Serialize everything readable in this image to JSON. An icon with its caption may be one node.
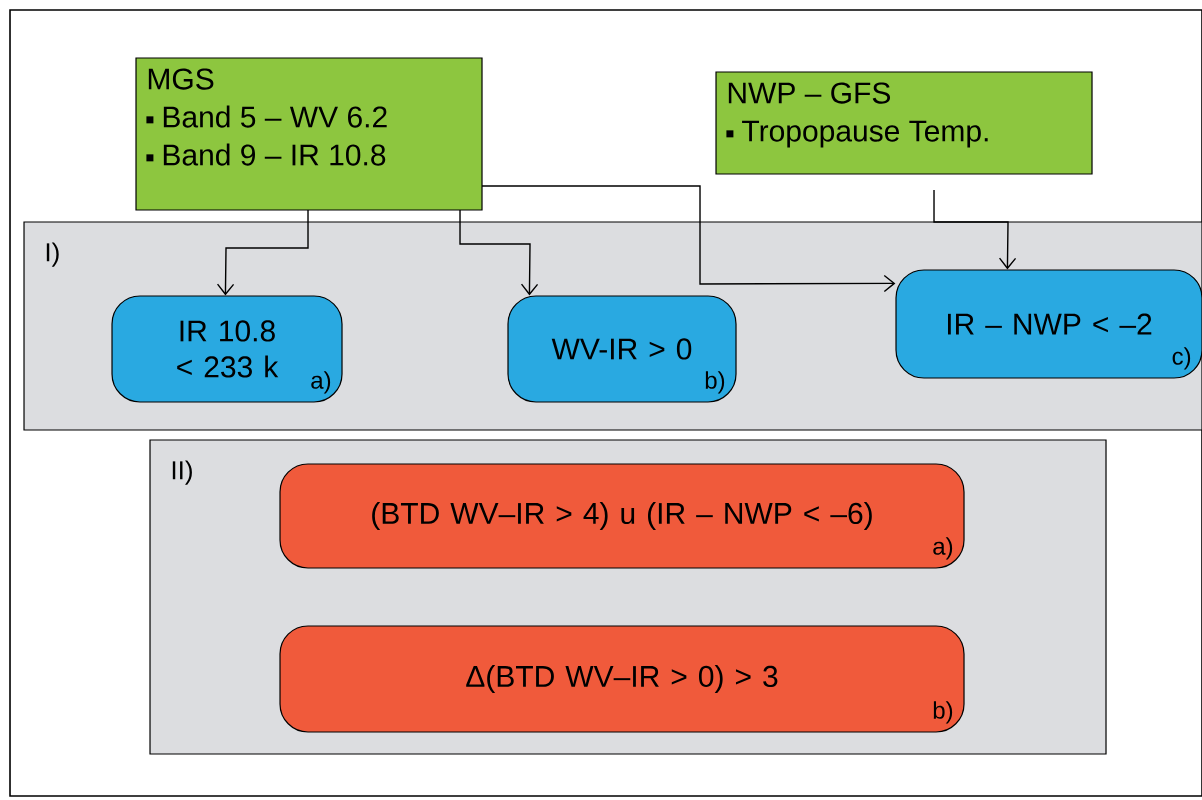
{
  "diagram": {
    "nodes": [
      {
        "text": [
          "MGS",
          "Band 5 – WV 6.2",
          "Band 9 – IR 10.8"
        ]
      },
      {
        "text": [
          "NWP – GFS",
          "Tropopause Temp."
        ]
      },
      {
        "text": [
          "I)"
        ]
      },
      {
        "text": [
          "IR 10.8 < 233 k",
          "a)"
        ],
        "in": 2
      },
      {
        "text": [
          "WV-IR > 0",
          "b)"
        ],
        "in": 2
      },
      {
        "text": [
          "IR – NWP < –2",
          "c)"
        ],
        "in": 2
      },
      {
        "text": [
          "II)"
        ]
      },
      {
        "text": [
          "(BTD WV–IR > 4) u (IR – NWP < –6)",
          "a)"
        ],
        "in": 6
      },
      {
        "text": [
          "Δ(BTD WV–IR > 0) > 3",
          "b)"
        ],
        "in": 6
      }
    ],
    "edges": [
      {
        "from": 0,
        "to": 3,
        "arrow": "to"
      },
      {
        "from": 0,
        "to": 4,
        "arrow": "to"
      },
      {
        "from": 0,
        "to": 5,
        "arrow": "to"
      },
      {
        "from": 1,
        "to": 5,
        "arrow": "to"
      }
    ]
  }
}
